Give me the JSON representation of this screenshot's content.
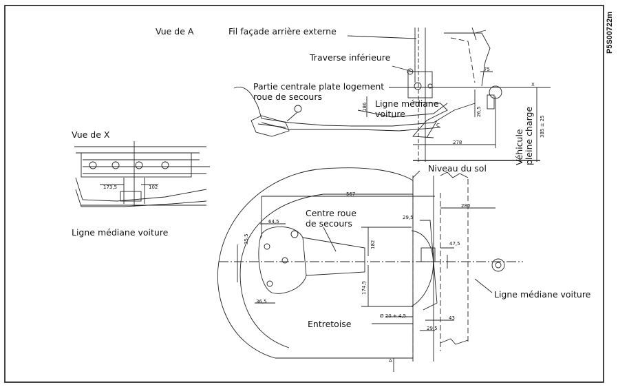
{
  "reference_code": "P5S00722m",
  "labels": {
    "vue_de_a": "Vue de A",
    "vue_de_x": "Vue de X",
    "fil_facade": "Fil façade arrière externe",
    "traverse": "Traverse inférieure",
    "partie_centrale_1": "Partie centrale plate logement",
    "partie_centrale_2": "roue de secours",
    "ligne_mediane_top_1": "Ligne médiane",
    "ligne_mediane_top_2": "voiture",
    "vehicule_1": "Véhicule",
    "vehicule_2": "pleine charge",
    "niveau_sol": "Niveau du sol",
    "ligne_mediane_left": "Ligne médiane voiture",
    "centre_roue_1": "Centre roue",
    "centre_roue_2": "de secours",
    "ligne_mediane_right": "Ligne médiane voiture",
    "entretoise": "Entretoise"
  },
  "dimensions": {
    "d567": "567",
    "d280": "280",
    "d278": "278",
    "d75": "75",
    "d186": "186",
    "d265": "26,5",
    "d385": "385 ± 25",
    "d1735": "173,5",
    "d102": "102",
    "d645": "64,5",
    "d355": "35,5",
    "d182": "182",
    "d475": "47,5",
    "d1745": "174,5",
    "d365": "36,5",
    "d6": "Ø 20 + 4,5",
    "d43": "43",
    "d295": "29,5",
    "d29b": "29,5",
    "dx": "X",
    "da": "A",
    "dc": "C"
  }
}
